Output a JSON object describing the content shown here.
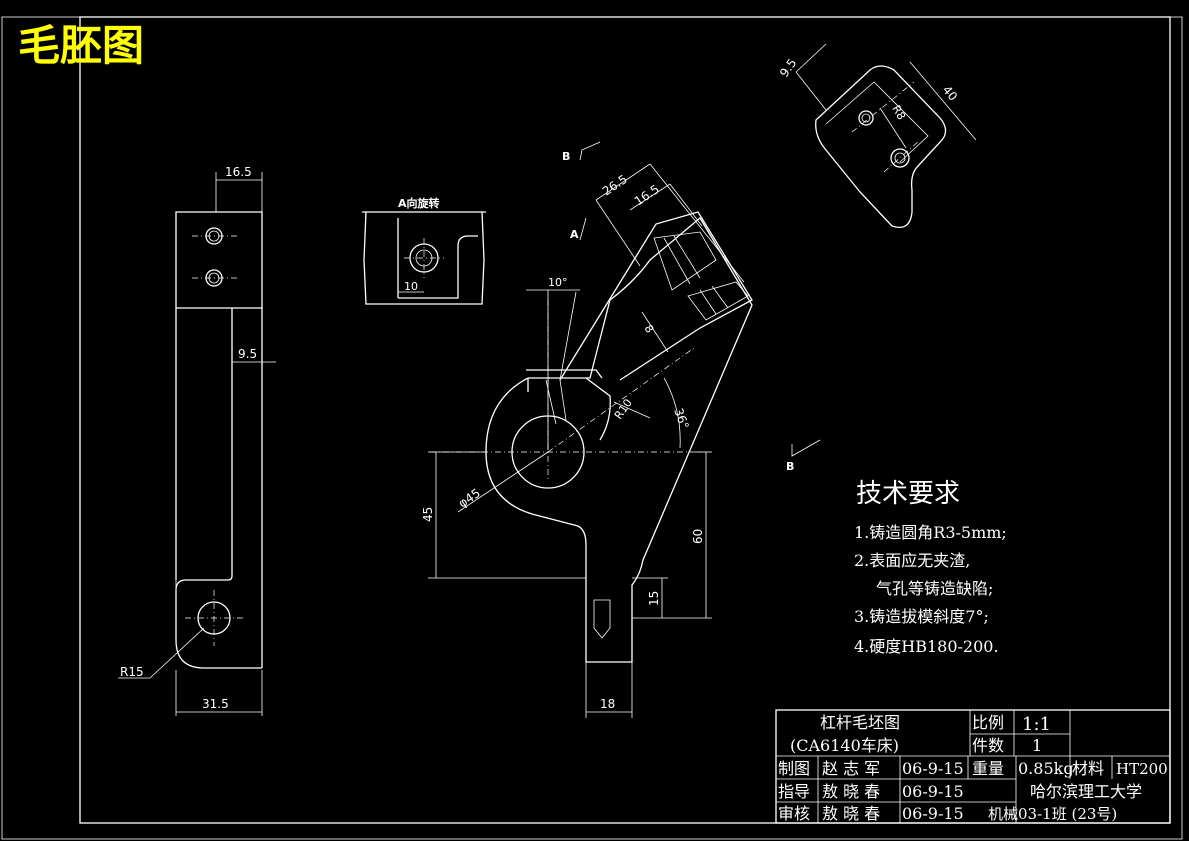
{
  "title": "毛胚图",
  "tech": {
    "heading": "技术要求",
    "items": [
      "1.铸造圆角R3-5mm;",
      "2.表面应无夹渣,",
      "气孔等铸造缺陷;",
      "3.铸造拔模斜度7°;",
      "4.硬度HB180-200."
    ]
  },
  "labels": {
    "a_view": "A向旋转",
    "b_top": "B",
    "b_right": "B",
    "a_arrow": "A"
  },
  "dims": {
    "d16_5_left": "16.5",
    "d9_5_left": "9.5",
    "d31_5": "31.5",
    "r15": "R15",
    "d10_aview": "10",
    "d10deg": "10°",
    "d26_5": "26.5",
    "d16_5_main": "16.5",
    "d8": "8",
    "r10": "R10",
    "d36deg": "36°",
    "d45": "45",
    "dia45": "φ45",
    "d60": "60",
    "d15": "15",
    "d18": "18",
    "d9_5_top": "9.5",
    "d40": "40",
    "r8": "R8"
  },
  "titleblock": {
    "part_name": "杠杆毛坯图",
    "machine": "(CA6140车床)",
    "scale_label": "比例",
    "scale_value": "1:1",
    "qty_label": "件数",
    "qty_value": "1",
    "weight_label": "重量",
    "weight_value": "0.85kg",
    "material_label": "材料",
    "material_value": "HT200",
    "draw_label": "制图",
    "draw_name": "赵 志 军",
    "draw_date": "06-9-15",
    "guide_label": "指导",
    "guide_name": "敖 晓 春",
    "guide_date": "06-9-15",
    "check_label": "审核",
    "check_name": "敖 晓 春",
    "check_date": "06-9-15",
    "school": "哈尔滨理工大学",
    "class": "机械03-1班 (23号)"
  }
}
